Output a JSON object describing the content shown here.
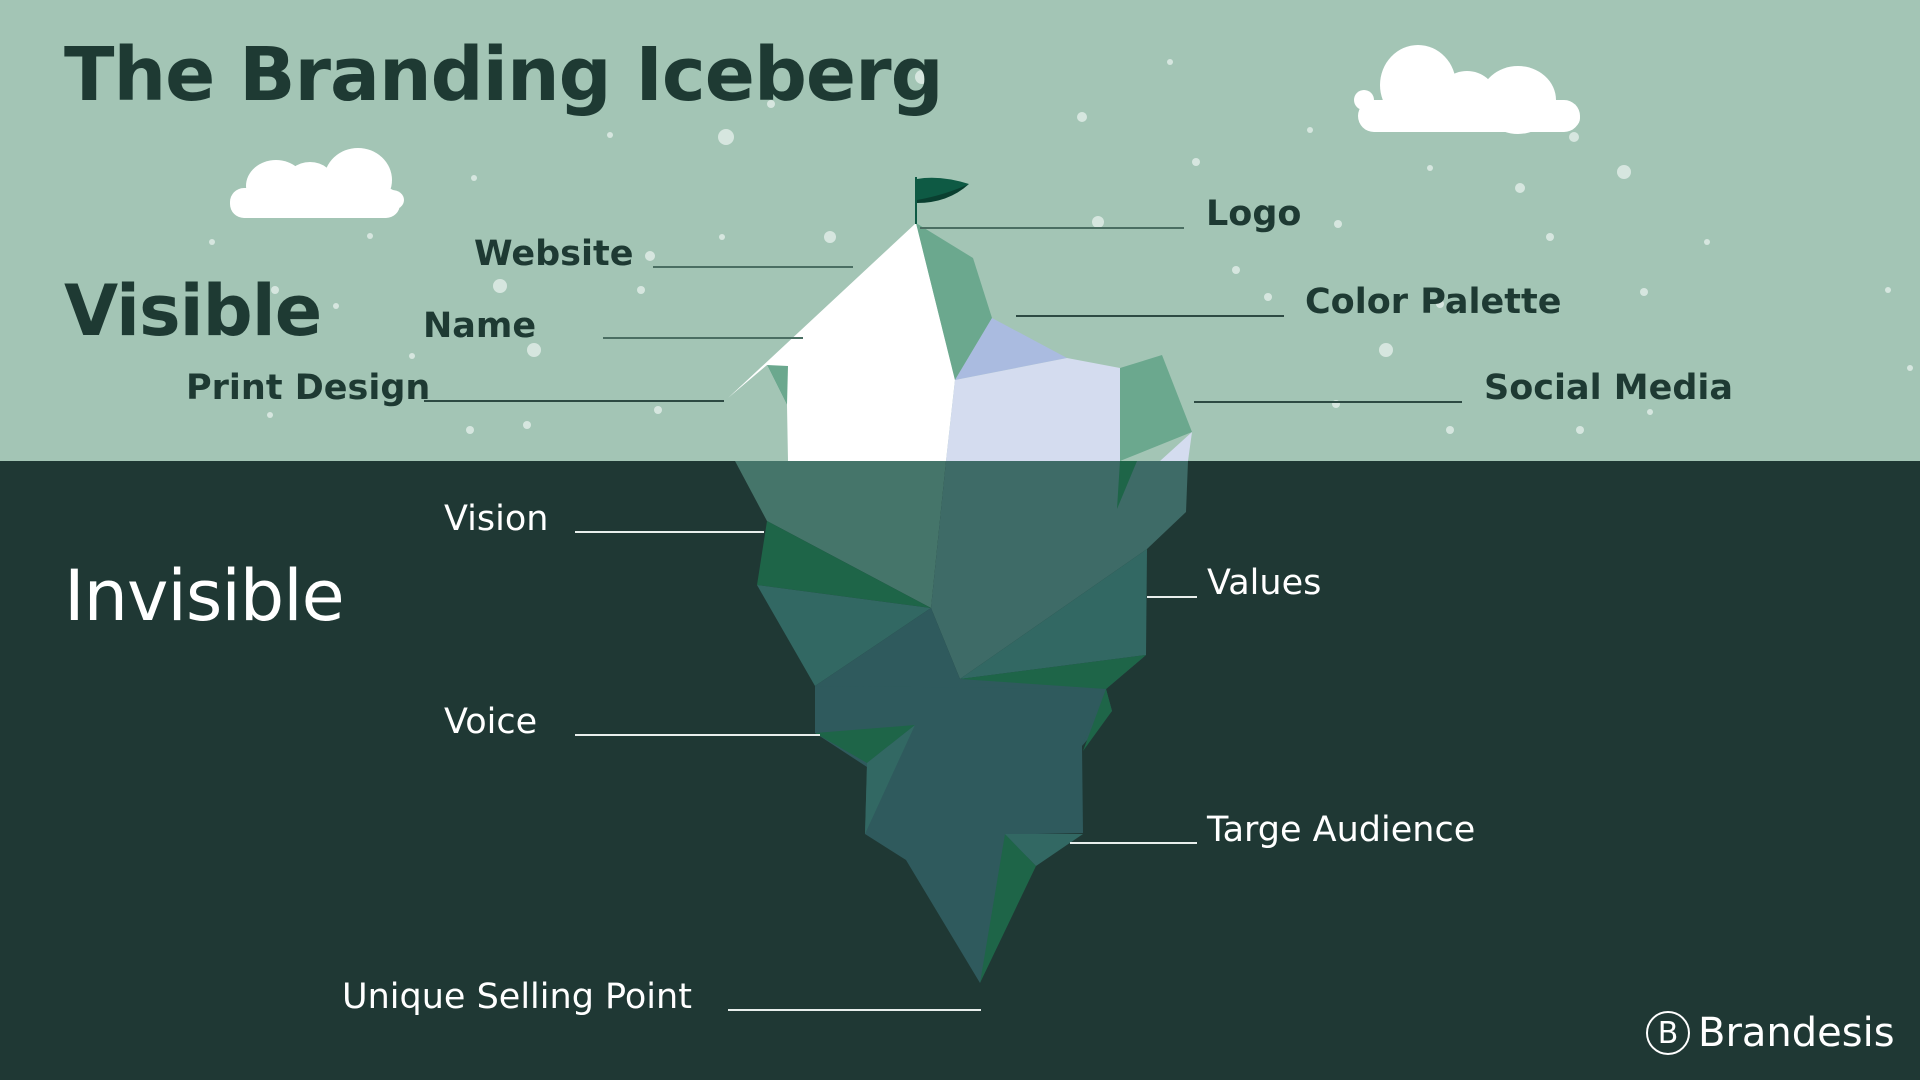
{
  "title": "The Branding Iceberg",
  "sections": {
    "visible": "Visible",
    "invisible": "Invisible"
  },
  "visible_items": [
    {
      "label": "Logo",
      "side": "right"
    },
    {
      "label": "Website",
      "side": "left"
    },
    {
      "label": "Color Palette",
      "side": "right"
    },
    {
      "label": "Name",
      "side": "left"
    },
    {
      "label": "Print Design",
      "side": "left"
    },
    {
      "label": "Social Media",
      "side": "right"
    }
  ],
  "invisible_items": [
    {
      "label": "Vision",
      "side": "left"
    },
    {
      "label": "Values",
      "side": "right"
    },
    {
      "label": "Voice",
      "side": "left"
    },
    {
      "label": "Targe Audience",
      "side": "right"
    },
    {
      "label": "Unique Selling Point",
      "side": "left"
    }
  ],
  "brand": {
    "mark": "B",
    "name": "Brandesis"
  },
  "colors": {
    "sky": "#a3c5b5",
    "sea": "#1f3834",
    "text_dark": "#1e3a33",
    "text_light": "#ffffff",
    "ice_white": "#ffffff",
    "ice_lavender": "#d4dcef",
    "ice_blue": "#aabbe0",
    "ice_green": "#6ba88e",
    "flag": "#0e5a44"
  }
}
